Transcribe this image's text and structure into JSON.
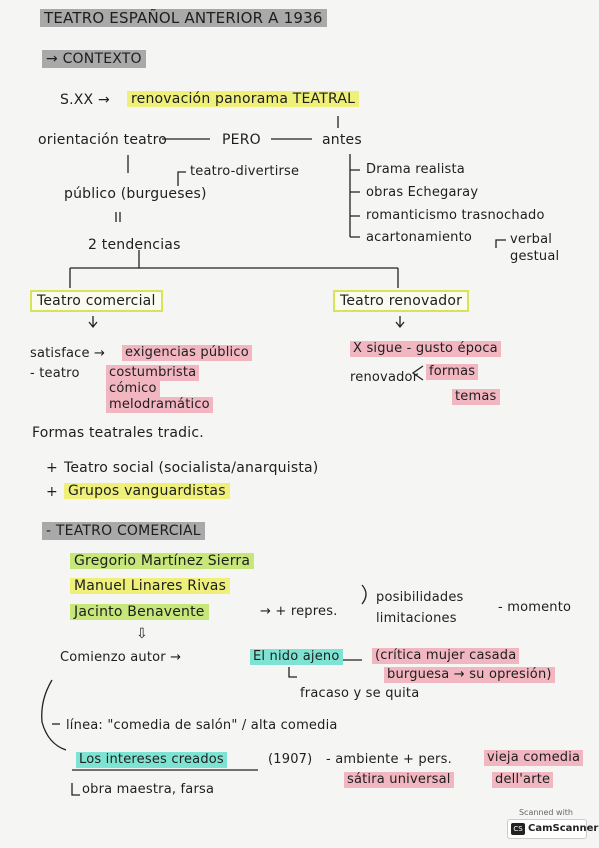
{
  "title": "TEATRO ESPAÑOL ANTERIOR A 1936",
  "context": {
    "heading": "→ CONTEXTO",
    "sxx": "S.XX →",
    "renovacion": "renovación panorama TEATRAL",
    "orientacion": "orientación teatro",
    "pero": "PERO",
    "antes": "antes",
    "teatro_divertir": "teatro-divertirse",
    "publico": "público (burgueses)",
    "equals": "=",
    "tendencias": "2 tendencias",
    "antes_items": [
      "Drama realista",
      "obras Echegaray",
      "romanticismo trasnochado",
      "acartonamiento"
    ],
    "acart_sub": [
      "verbal",
      "gestual"
    ]
  },
  "comercial": {
    "label": "Teatro comercial",
    "satisface": "satisface →",
    "exigencias": "exigencias público",
    "teatro": "- teatro",
    "subtypes": [
      "costumbrista",
      "cómico",
      "melodramático"
    ]
  },
  "renovador": {
    "label": "Teatro renovador",
    "sigue": "X sigue - gusto época",
    "renovador": "renovador",
    "formas": "formas",
    "temas": "temas"
  },
  "formas_teatrales": {
    "heading": "Formas teatrales tradic.",
    "items": [
      {
        "plus": "+",
        "text": "Teatro social (socialista/anarquista)"
      },
      {
        "plus": "+",
        "text": "Grupos vanguardistas"
      }
    ]
  },
  "teatro_comercial": {
    "heading": "- TEATRO COMERCIAL",
    "authors": [
      "Gregorio Martínez Sierra",
      "Manuel Linares Rivas",
      "Jacinto Benavente"
    ],
    "repres": "→ + repres.",
    "posib": "posibilidades",
    "limit": "limitaciones",
    "momento": "- momento",
    "arrow_down": "⇩",
    "comienzo": "Comienzo autor →",
    "nido": "El nido ajeno",
    "critica": "(crítica mujer casada",
    "burguesa": "burguesa → su opresión)",
    "fracaso": "fracaso y se quita",
    "linea_label": "línea: \"comedia de salón\" / alta comedia",
    "intereses": "Los intereses creados",
    "year": "(1907)",
    "ambiente": "- ambiente + pers.",
    "vieja": "vieja comedia",
    "satira": "sátira universal",
    "dellarte": "dell'arte",
    "obra": "obra maestra, farsa"
  },
  "badge": {
    "top": "Scanned with",
    "logo": "CS",
    "name": "CamScanner"
  },
  "colors": {
    "gray": "#a9a9a9",
    "yellow": "#eef07a",
    "green": "#c7e77a",
    "pink": "#f2b6c0",
    "teal": "#7ee3d2"
  }
}
